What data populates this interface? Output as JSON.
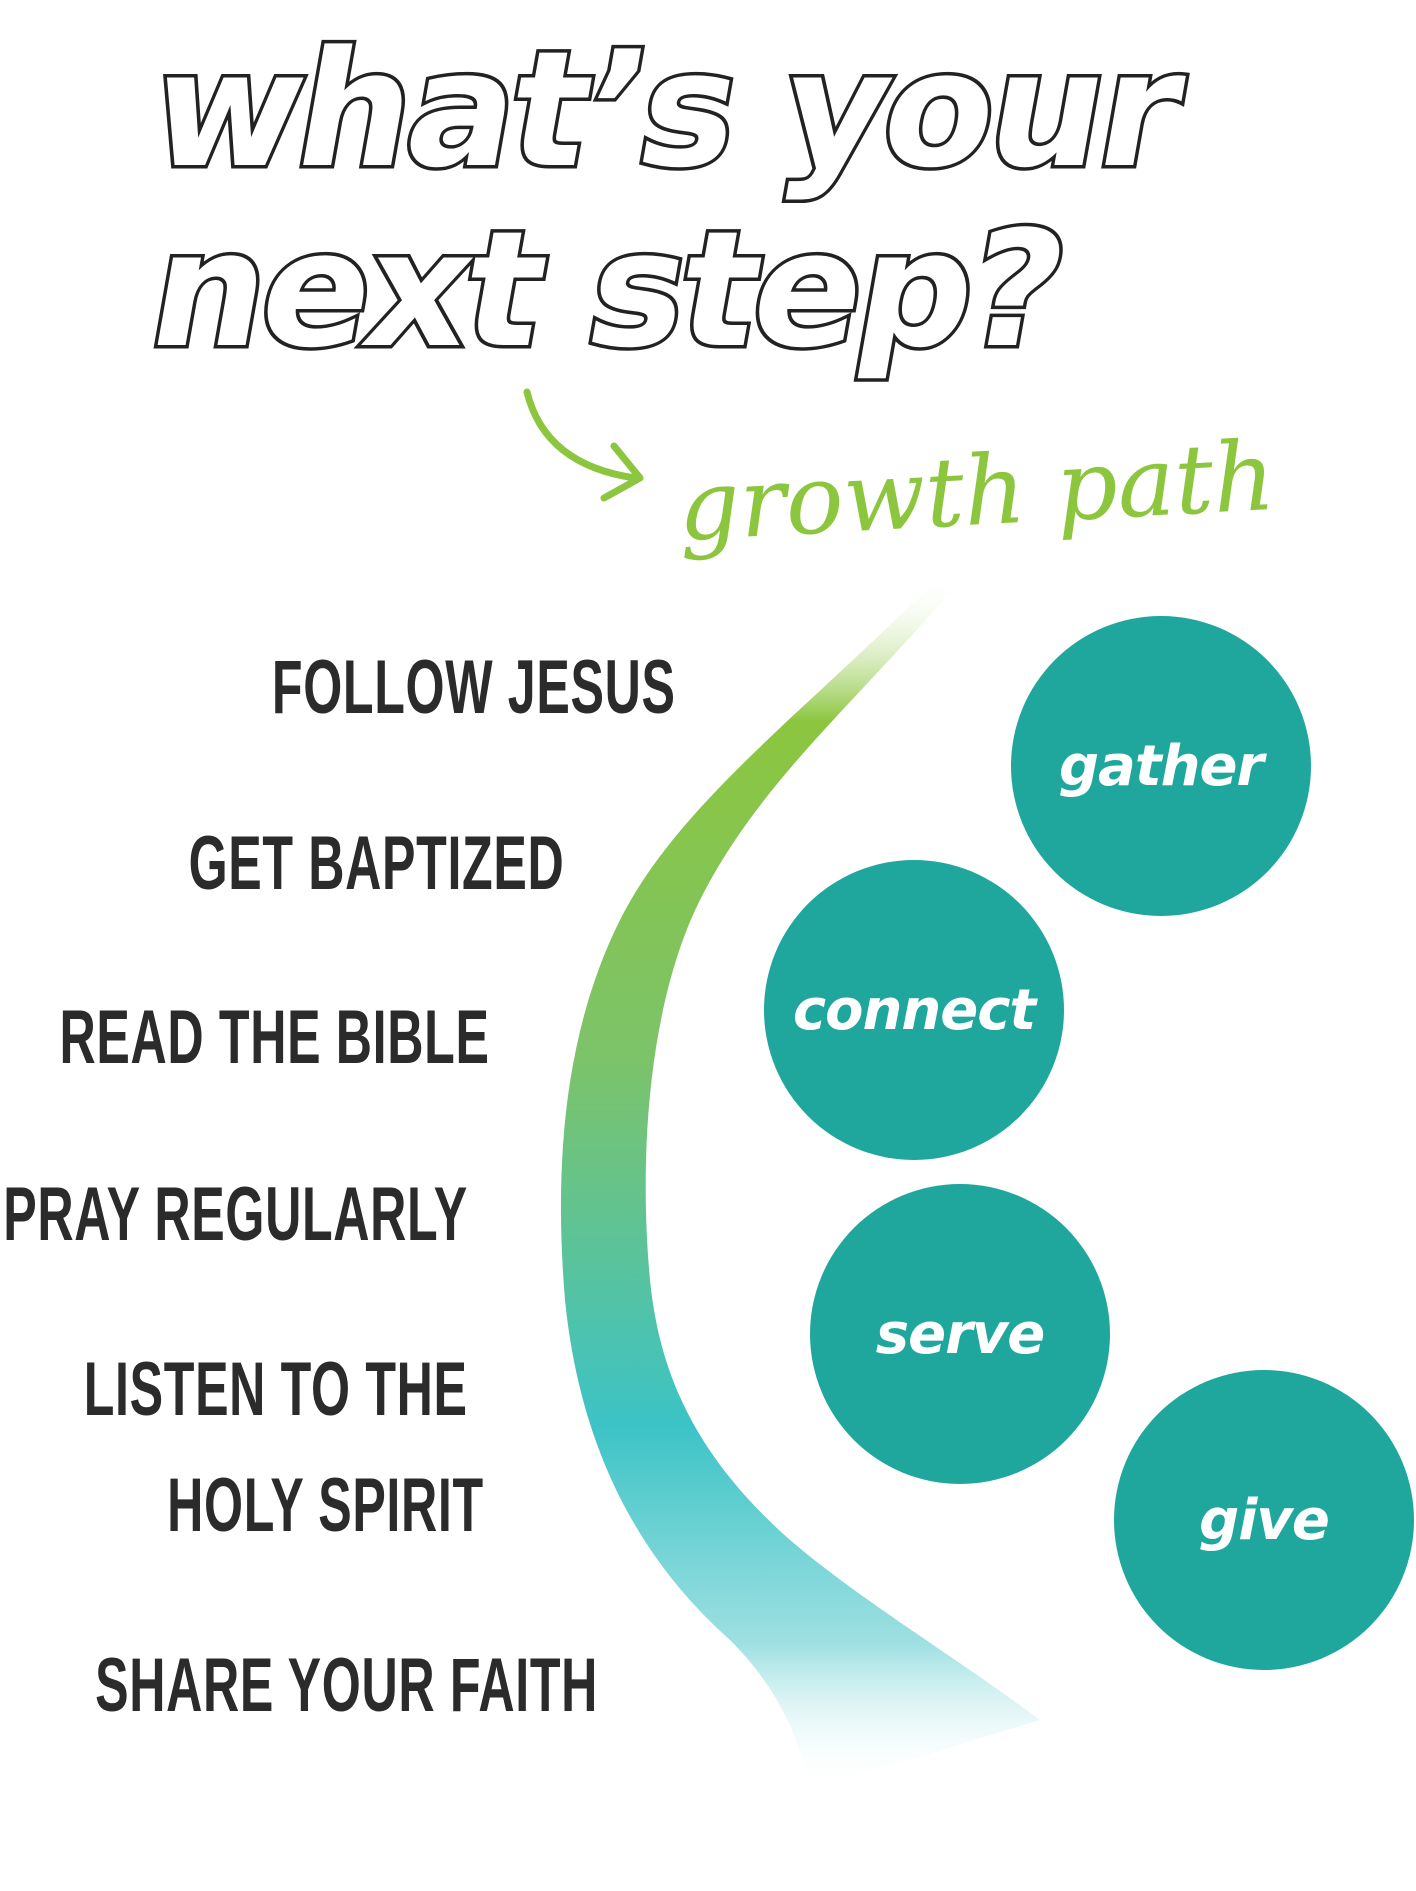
{
  "headline": {
    "line1": "what’s your",
    "line2": "next step?"
  },
  "script_label": "growth path",
  "steps": [
    "FOLLOW JESUS",
    "GET BAPTIZED",
    "READ THE BIBLE",
    "PRAY REGULARLY",
    "LISTEN TO THE",
    "HOLY SPIRIT",
    "SHARE YOUR FAITH"
  ],
  "circles": [
    {
      "label": "gather"
    },
    {
      "label": "connect"
    },
    {
      "label": "serve"
    },
    {
      "label": "give"
    }
  ],
  "colors": {
    "teal": "#1fa79d",
    "green": "#8cc63f",
    "text_dark": "#2b2b2b",
    "path_top": "#8cc63f",
    "path_bottom": "#3cc3c6"
  }
}
